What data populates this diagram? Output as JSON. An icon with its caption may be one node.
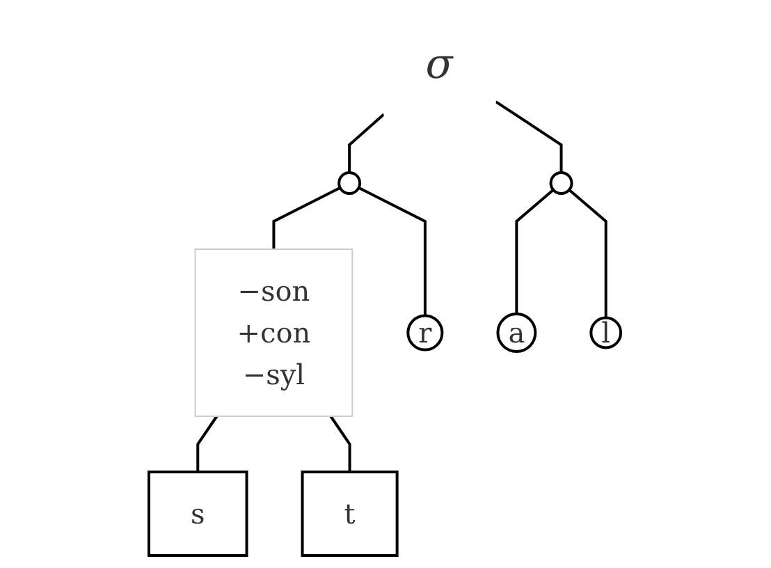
{
  "diagram": {
    "nodes": [
      {
        "text": [
          "σ"
        ]
      },
      {
        "text": [],
        "shape": "circle"
      },
      {
        "text": [],
        "shape": "circle"
      },
      {
        "text": [
          "−son +con −syl"
        ]
      },
      {
        "text": [
          "r"
        ]
      },
      {
        "text": [
          "a"
        ]
      },
      {
        "text": [
          "l"
        ]
      },
      {
        "text": [
          "s"
        ]
      },
      {
        "text": [
          "t"
        ]
      }
    ],
    "edges": [
      {
        "from": 0,
        "to": 1,
        "arrow": "none"
      },
      {
        "from": 0,
        "to": 2,
        "arrow": "none"
      },
      {
        "from": 1,
        "to": 3,
        "arrow": "none"
      },
      {
        "from": 1,
        "to": 4,
        "arrow": "none"
      },
      {
        "from": 2,
        "to": 5,
        "arrow": "none"
      },
      {
        "from": 2,
        "to": 6,
        "arrow": "none"
      },
      {
        "from": 3,
        "to": 7,
        "arrow": "none"
      },
      {
        "from": 3,
        "to": 8,
        "arrow": "none"
      }
    ]
  }
}
